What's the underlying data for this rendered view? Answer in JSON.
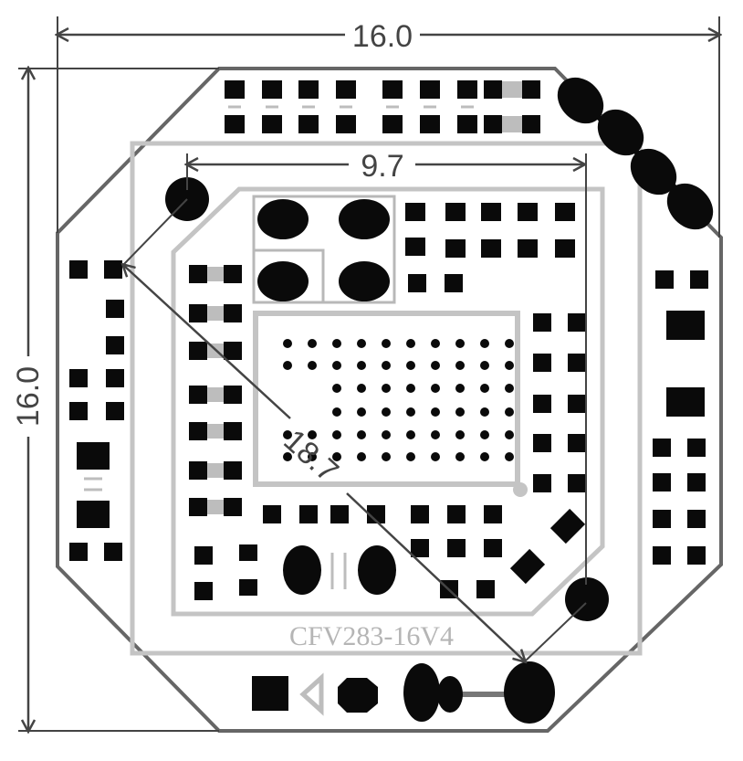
{
  "dimensions": {
    "width": "16.0",
    "height": "16.0",
    "inner_width": "9.7",
    "diagonal": "18.7"
  },
  "silkscreen": {
    "part_number": "CFV283-16V4"
  },
  "colors": {
    "outline": "#6b6b6b",
    "silkscreen": "#bdbdbd",
    "pad": "#0a0a0a",
    "background": "#ffffff"
  },
  "bga": {
    "rows": 6,
    "cols": 10
  }
}
